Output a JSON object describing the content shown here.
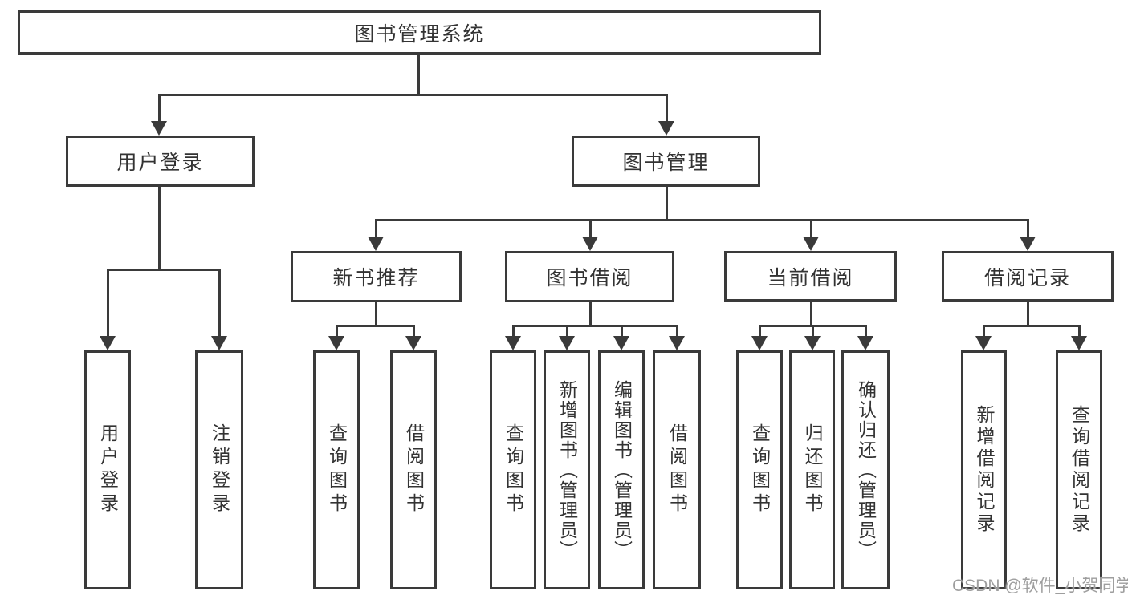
{
  "diagram_title": "图书管理系统",
  "root": {
    "label": "图书管理系统"
  },
  "nodes": {
    "user_login": {
      "label": "用户登录",
      "children": [
        "用户登录",
        "注销登录"
      ]
    },
    "book_management": {
      "label": "图书管理"
    },
    "new_book_recommend": {
      "label": "新书推荐",
      "children": [
        "查询图书",
        "借阅图书"
      ]
    },
    "book_borrow": {
      "label": "图书借阅",
      "children": [
        "查询图书",
        "新增图书（管理员）",
        "编辑图书（管理员）",
        "借阅图书"
      ]
    },
    "current_borrow": {
      "label": "当前借阅",
      "children": [
        "查询图书",
        "归还图书",
        "确认归还（管理员）"
      ]
    },
    "borrow_record": {
      "label": "借阅记录",
      "children": [
        "新增借阅记录",
        "查询借阅记录"
      ]
    }
  },
  "watermark": "CSDN @软件_小贺同学",
  "colors": {
    "line": "#3a3a3a",
    "text": "#333333",
    "watermark": "#9e9e9e",
    "background": "#ffffff"
  }
}
